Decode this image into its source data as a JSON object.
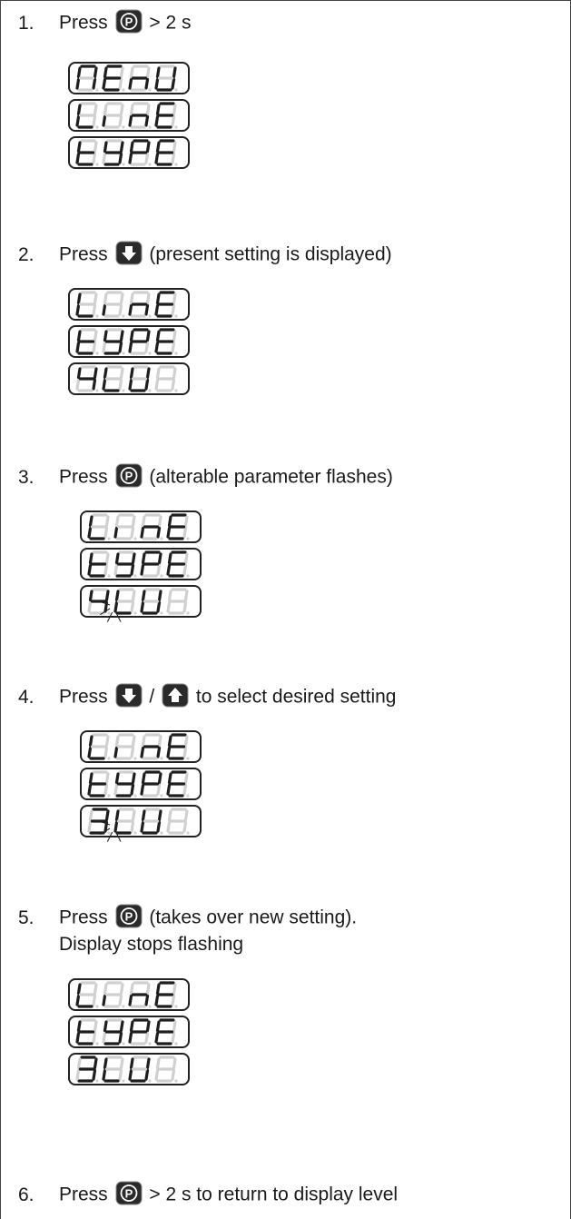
{
  "steps": [
    {
      "num": "1.",
      "parts": [
        {
          "t": "text",
          "v": "Press "
        },
        {
          "t": "key",
          "v": "P"
        },
        {
          "t": "text",
          "v": " > 2 s"
        }
      ],
      "displays": [
        {
          "text": "MENU",
          "flash": false
        },
        {
          "text": "LINE",
          "flash": false
        },
        {
          "text": "TYPE",
          "flash": false
        }
      ]
    },
    {
      "num": "2.",
      "parts": [
        {
          "t": "text",
          "v": "Press "
        },
        {
          "t": "key",
          "v": "DOWN"
        },
        {
          "t": "text",
          "v": " (present setting is displayed)"
        }
      ],
      "displays": [
        {
          "text": "LINE",
          "flash": false
        },
        {
          "text": "TYPE",
          "flash": false
        },
        {
          "text": "4LU",
          "flash": false
        }
      ]
    },
    {
      "num": "3.",
      "parts": [
        {
          "t": "text",
          "v": "Press "
        },
        {
          "t": "key",
          "v": "P"
        },
        {
          "t": "text",
          "v": " (alterable parameter flashes)"
        }
      ],
      "displays": [
        {
          "text": "LINE",
          "flash": false
        },
        {
          "text": "TYPE",
          "flash": false
        },
        {
          "text": "4LU",
          "flash": true
        }
      ]
    },
    {
      "num": "4.",
      "parts": [
        {
          "t": "text",
          "v": "Press "
        },
        {
          "t": "key",
          "v": "DOWN"
        },
        {
          "t": "text",
          "v": " / "
        },
        {
          "t": "key",
          "v": "UP"
        },
        {
          "t": "text",
          "v": " to select desired setting"
        }
      ],
      "displays": [
        {
          "text": "LINE",
          "flash": false
        },
        {
          "text": "TYPE",
          "flash": false
        },
        {
          "text": "3LU",
          "flash": true
        }
      ]
    },
    {
      "num": "5.",
      "parts": [
        {
          "t": "text",
          "v": "Press "
        },
        {
          "t": "key",
          "v": "P"
        },
        {
          "t": "text",
          "v": " (takes over new setting)."
        }
      ],
      "line2": "Display stops flashing",
      "displays": [
        {
          "text": "LINE",
          "flash": false
        },
        {
          "text": "TYPE",
          "flash": false
        },
        {
          "text": "3LU",
          "flash": false
        }
      ]
    },
    {
      "num": "6.",
      "parts": [
        {
          "t": "text",
          "v": "Press "
        },
        {
          "t": "key",
          "v": "P"
        },
        {
          "t": "text",
          "v": " > 2 s to return to display level"
        }
      ],
      "displays": []
    }
  ],
  "colors": {
    "segment_on": "#1e1e1e",
    "segment_off": "#d0d0d0",
    "key_bg": "#2a2a2a"
  }
}
